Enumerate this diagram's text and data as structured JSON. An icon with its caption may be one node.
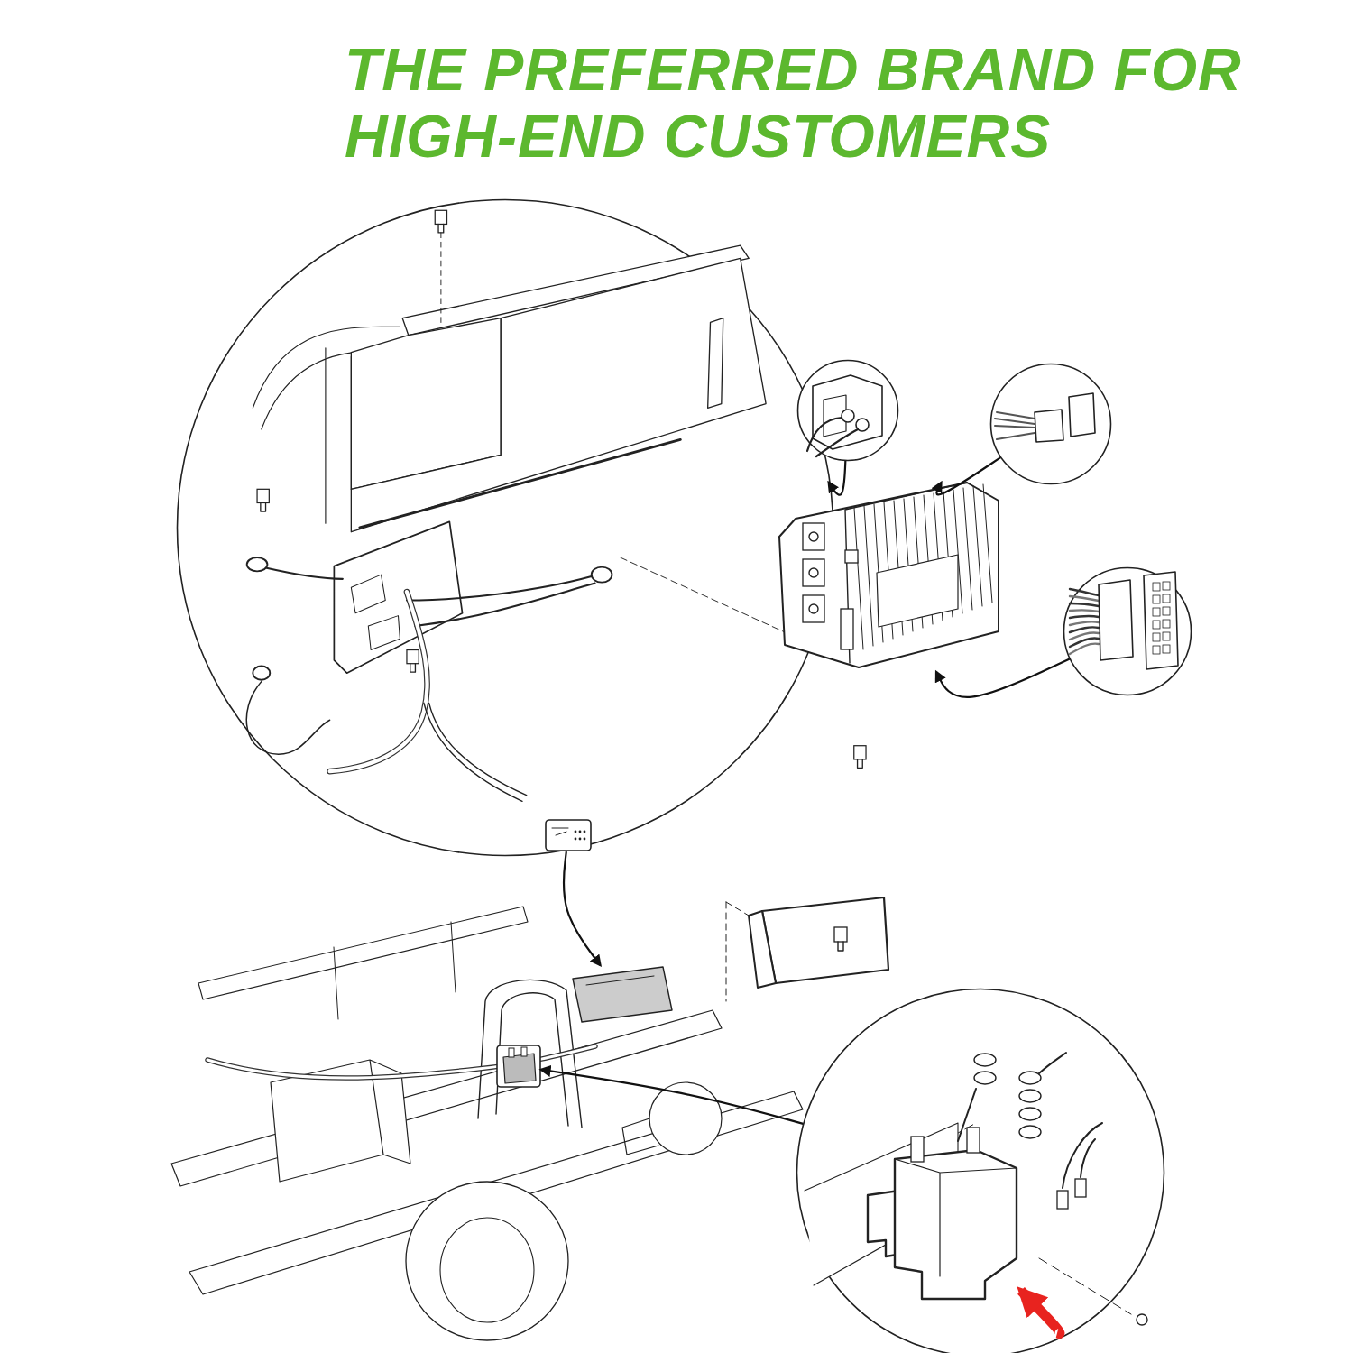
{
  "diagram": {
    "title": "THE PREFERRED BRAND FOR HIGH-END CUSTOMERS",
    "nodes": [
      {
        "text": [],
        "shape": "circle"
      },
      {
        "text": [],
        "shape": "circle"
      },
      {
        "text": [],
        "shape": "circle"
      },
      {
        "text": [],
        "shape": "picture"
      },
      {
        "text": [],
        "shape": "circle"
      },
      {
        "text": [],
        "shape": "box",
        "in": 0
      },
      {
        "text": [],
        "shape": "picture"
      },
      {
        "text": [],
        "shape": "picture",
        "in": 6
      },
      {
        "text": [],
        "shape": "box",
        "in": 6
      },
      {
        "text": [],
        "shape": "circle"
      },
      {
        "text": [],
        "shape": "picture",
        "in": 9
      }
    ],
    "edges": [
      {
        "from": 1,
        "to": 3,
        "arrow": "to"
      },
      {
        "from": 2,
        "to": 3,
        "arrow": "to"
      },
      {
        "from": 4,
        "to": 3,
        "arrow": "to"
      },
      {
        "from": 5,
        "to": 7,
        "arrow": "to"
      },
      {
        "from": 9,
        "to": 8,
        "arrow": "to"
      },
      {
        "from": null,
        "to": 10,
        "arrow": "to",
        "style": "thick",
        "color": "#e8231f"
      }
    ]
  }
}
